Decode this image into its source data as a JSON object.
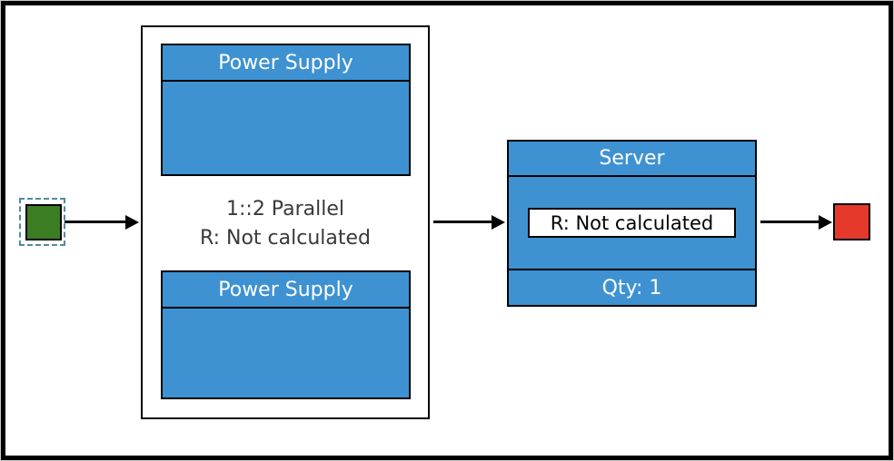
{
  "colors": {
    "block_blue": "#3e92d2",
    "start_node_green": "#3a7d22",
    "end_node_red": "#e5392c",
    "selection_dash_teal": "#4e8d9c",
    "connector_black": "#000000",
    "group_label_gray": "#3a3a3a"
  },
  "diagram": {
    "start_node": {
      "selected": true
    },
    "parallel_group": {
      "label": [
        "1::2 Parallel",
        "R: Not calculated"
      ],
      "blocks": [
        {
          "title": "Power Supply"
        },
        {
          "title": "Power Supply"
        }
      ]
    },
    "server": {
      "title": "Server",
      "reliability": "R: Not calculated",
      "qty": "Qty: 1"
    },
    "end_node": {}
  }
}
